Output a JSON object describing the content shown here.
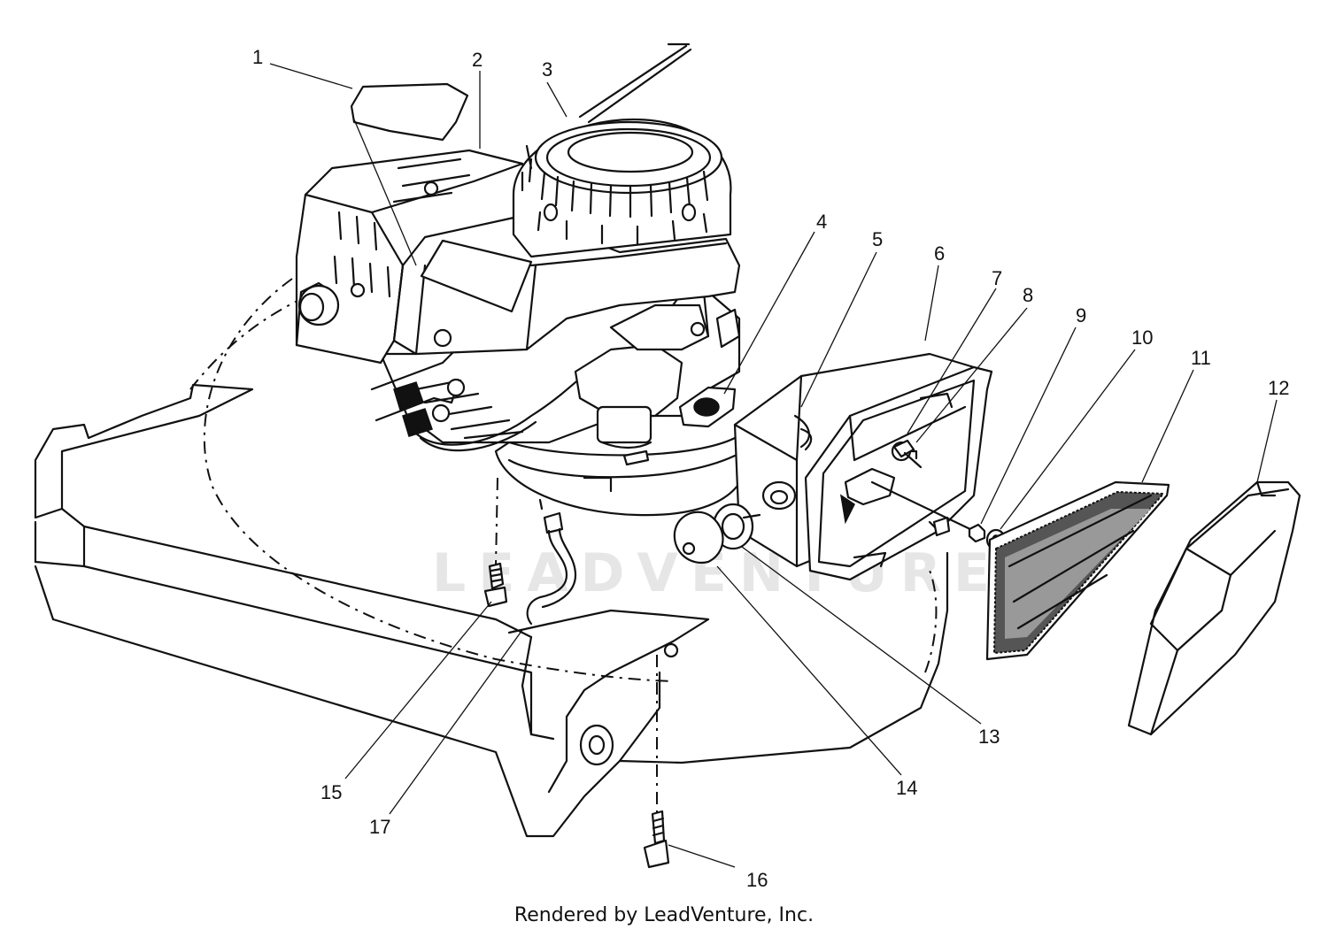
{
  "watermark": "LEADVENTURE",
  "footer": "Rendered by LeadVenture, Inc.",
  "callouts": [
    "1",
    "2",
    "3",
    "4",
    "5",
    "6",
    "7",
    "8",
    "9",
    "10",
    "11",
    "12",
    "13",
    "14",
    "15",
    "16",
    "17"
  ]
}
